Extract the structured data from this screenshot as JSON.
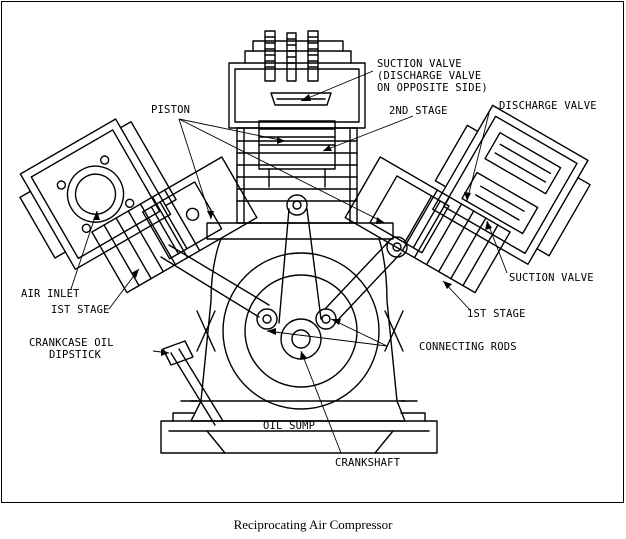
{
  "caption": "Reciprocating Air Compressor",
  "labels": {
    "suction_valve_top_1": "SUCTION VALVE",
    "suction_valve_top_2": "(DISCHARGE VALVE",
    "suction_valve_top_3": "ON OPPOSITE SIDE)",
    "piston": "PISTON",
    "second_stage": "2ND STAGE",
    "discharge_valve": "DISCHARGE VALVE",
    "air_inlet": "AIR INLET",
    "first_stage_left": "IST STAGE",
    "suction_valve_right": "SUCTION VALVE",
    "first_stage_right": "1ST STAGE",
    "crankcase_oil_1": "CRANKCASE OIL",
    "crankcase_oil_2": "DIPSTICK",
    "connecting_rods": "CONNECTING RODS",
    "oil_sump": "OIL SUMP",
    "crankshaft": "CRANKSHAFT"
  },
  "colors": {
    "ink": "#000000",
    "background": "#ffffff"
  }
}
